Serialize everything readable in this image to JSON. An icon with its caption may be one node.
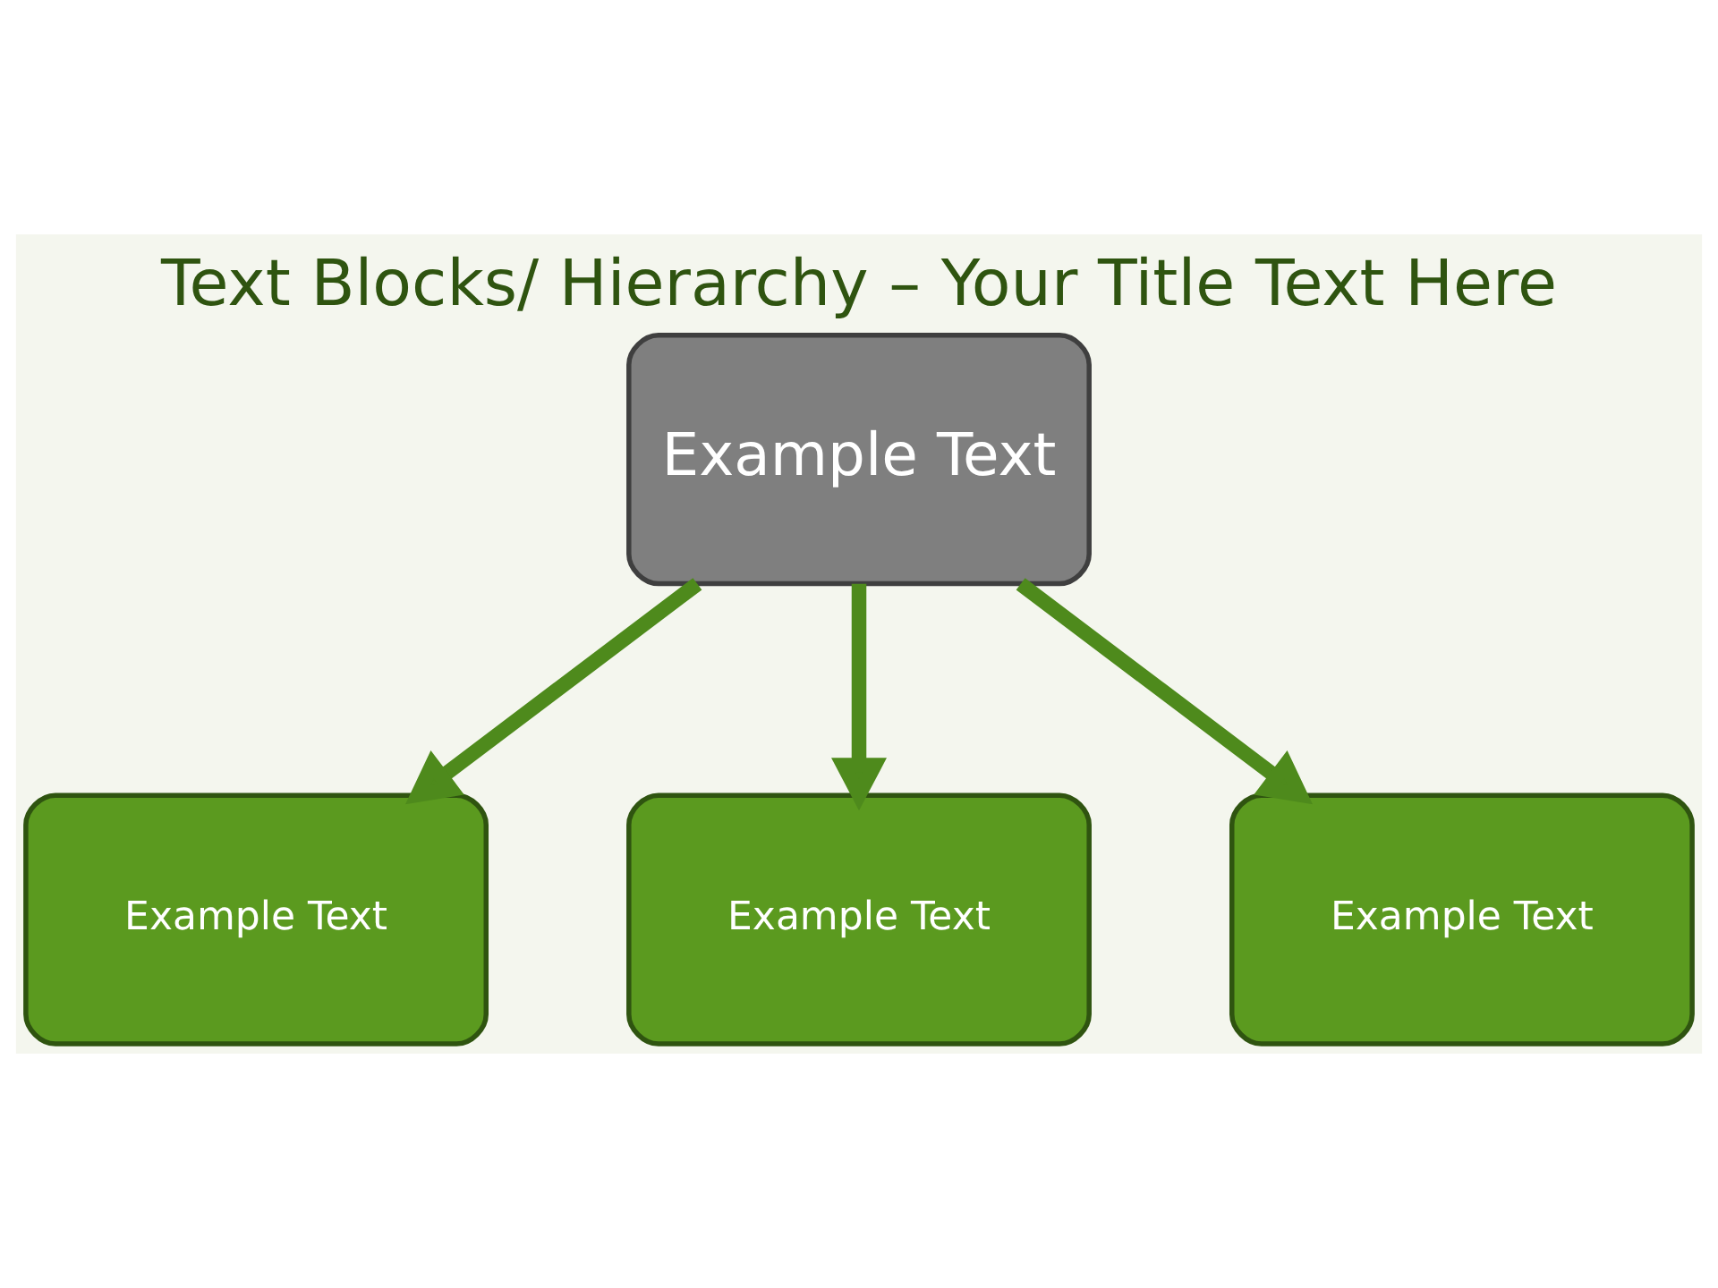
{
  "diagram": {
    "title": "Text Blocks/ Hierarchy – Your Title Text Here",
    "nodes": [
      {
        "text": [
          "Example Text"
        ]
      },
      {
        "text": [
          "Example Text"
        ]
      },
      {
        "text": [
          "Example Text"
        ]
      },
      {
        "text": [
          "Example Text"
        ]
      }
    ],
    "edges": [
      {
        "from": 0,
        "to": 1,
        "arrow": "to"
      },
      {
        "from": 0,
        "to": 2,
        "arrow": "to"
      },
      {
        "from": 0,
        "to": 3,
        "arrow": "to"
      }
    ]
  }
}
